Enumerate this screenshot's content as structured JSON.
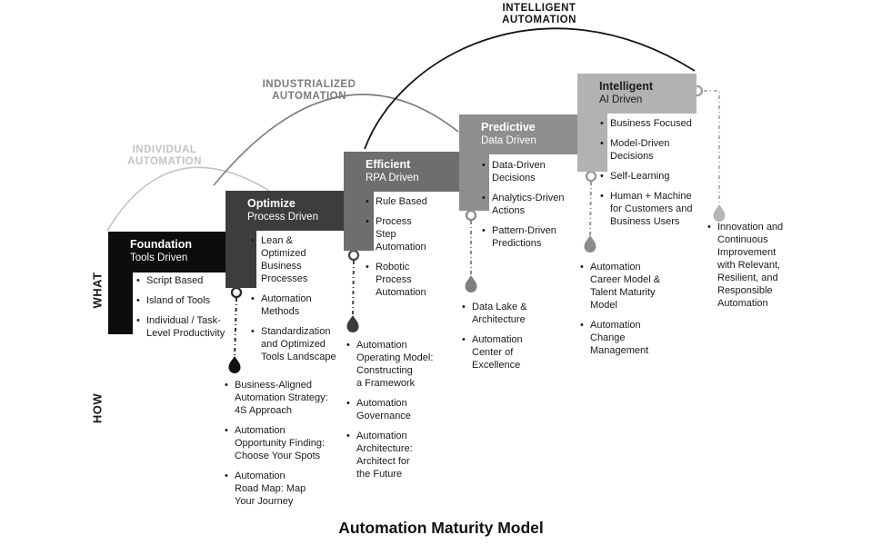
{
  "title": "Automation Maturity Model",
  "axis": {
    "what": "WHAT",
    "how": "HOW"
  },
  "arcs": [
    {
      "id": "individual",
      "label": "INDIVIDUAL\nAUTOMATION",
      "color": "#c3c3c3"
    },
    {
      "id": "industrialized",
      "label": "INDUSTRIALIZED\nAUTOMATION",
      "color": "#7c7c7c"
    },
    {
      "id": "intelligent",
      "label": "INTELLIGENT\nAUTOMATION",
      "color": "#141414"
    }
  ],
  "stages": [
    {
      "name": "Foundation",
      "driver": "Tools Driven",
      "color": "#0d0d0d",
      "what": [
        "Script Based",
        "Island of Tools",
        "Individual / Task-\nLevel Productivity"
      ],
      "how": []
    },
    {
      "name": "Optimize",
      "driver": "Process Driven",
      "color": "#3d3d3d",
      "what": [
        "Lean &\nOptimized\nBusiness\nProcesses",
        "Automation\nMethods",
        "Standardization\nand Optimized\nTools Landscape"
      ],
      "how": [
        "Business-Aligned\nAutomation Strategy:\n4S Approach",
        "Automation\nOpportunity Finding:\nChoose Your Spots",
        "Automation\nRoad Map: Map\nYour Journey"
      ]
    },
    {
      "name": "Efficient",
      "driver": "RPA Driven",
      "color": "#6e6e6e",
      "what": [
        "Rule Based",
        "Process\nStep\nAutomation",
        "Robotic\nProcess\nAutomation"
      ],
      "how": [
        "Automation\nOperating Model:\nConstructing\na Framework",
        "Automation\nGovernance",
        "Automation\nArchitecture:\nArchitect for\nthe Future"
      ]
    },
    {
      "name": "Predictive",
      "driver": "Data Driven",
      "color": "#8e8e8e",
      "what": [
        "Data-Driven\nDecisions",
        "Analytics-Driven\nActions",
        "Pattern-Driven\nPredictions"
      ],
      "how": [
        "Data Lake &\nArchitecture",
        "Automation\nCenter of\nExcellence"
      ]
    },
    {
      "name": "Intelligent",
      "driver": "AI Driven",
      "color": "#b2b2b2",
      "what": [
        "Business Focused",
        "Model-Driven\nDecisions",
        "Self-Learning",
        "Human + Machine\nfor Customers and\nBusiness Users"
      ],
      "how": [
        "Automation\nCareer Model &\nTalent Maturity\nModel",
        "Automation\nChange\nManagement"
      ],
      "outcome": [
        "Innovation and\nContinuous\nImprovement\nwith Relevant,\nResilient, and\nResponsible\nAutomation"
      ]
    }
  ]
}
